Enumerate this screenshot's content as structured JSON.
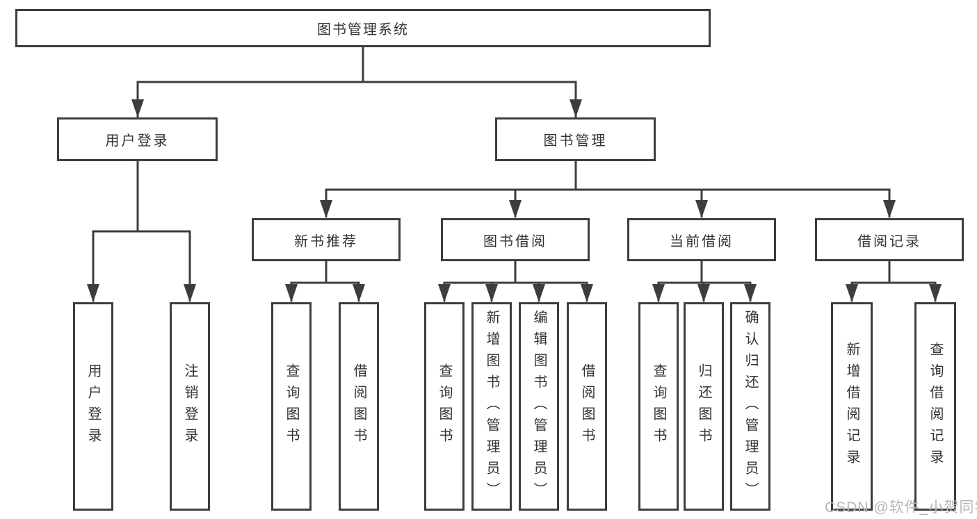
{
  "colors": {
    "line": "#3d3d3d",
    "box_border": "#3d3d3d",
    "text": "#333333",
    "watermark_text": "#b7b7b7",
    "background": "#ffffff"
  },
  "watermark": {
    "text": "CSDN @软件_小贺同学"
  },
  "tree": {
    "label": "图书管理系统",
    "children": [
      {
        "label": "用户登录",
        "children": [
          {
            "label": "用户登录"
          },
          {
            "label": "注销登录"
          }
        ]
      },
      {
        "label": "图书管理",
        "children": [
          {
            "label": "新书推荐",
            "children": [
              {
                "label": "查询图书"
              },
              {
                "label": "借阅图书"
              }
            ]
          },
          {
            "label": "图书借阅",
            "children": [
              {
                "label": "查询图书"
              },
              {
                "label": "新增图书（管理员）"
              },
              {
                "label": "编辑图书（管理员）"
              },
              {
                "label": "借阅图书"
              }
            ]
          },
          {
            "label": "当前借阅",
            "children": [
              {
                "label": "查询图书"
              },
              {
                "label": "归还图书"
              },
              {
                "label": "确认归还（管理员）"
              }
            ]
          },
          {
            "label": "借阅记录",
            "children": [
              {
                "label": "新增借阅记录"
              },
              {
                "label": "查询借阅记录"
              }
            ]
          }
        ]
      }
    ]
  }
}
